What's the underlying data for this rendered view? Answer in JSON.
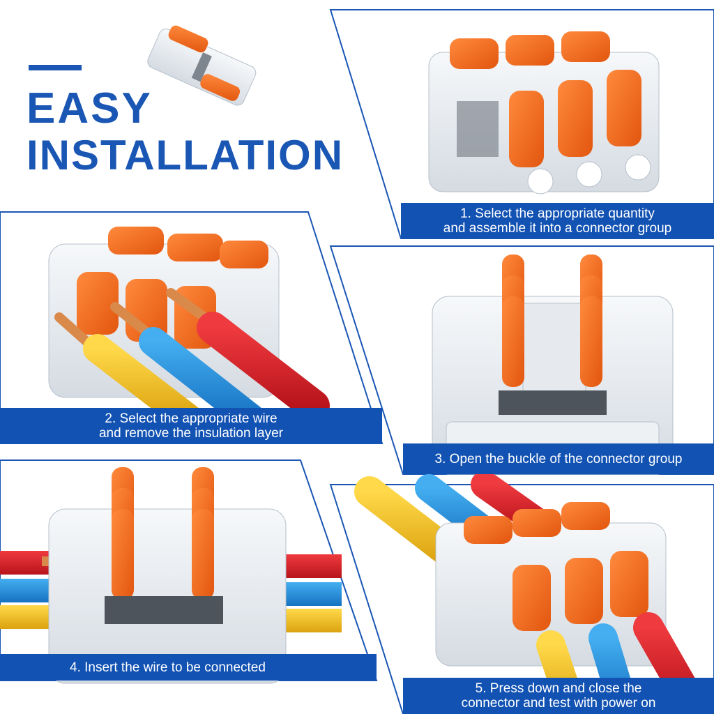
{
  "heading": {
    "line1": "EASY",
    "line2": "INSTALLATION"
  },
  "steps": [
    {
      "line1": "1. Select the appropriate quantity",
      "line2": "and assemble it into a connector group"
    },
    {
      "line1": "2. Select the appropriate wire",
      "line2": "and remove the insulation layer"
    },
    {
      "line1": "3. Open the buckle of the connector group",
      "line2": ""
    },
    {
      "line1": "4. Insert the wire to be connected",
      "line2": ""
    },
    {
      "line1": "5. Press down and close the",
      "line2": "connector and test with power on"
    }
  ],
  "colors": {
    "brand_blue": "#1a56b4",
    "lever_orange": "#f26b1d",
    "wire_red": "#d61f26",
    "wire_blue": "#1f8fd8",
    "wire_yellow": "#f2c31a",
    "copper": "#d9894a"
  }
}
